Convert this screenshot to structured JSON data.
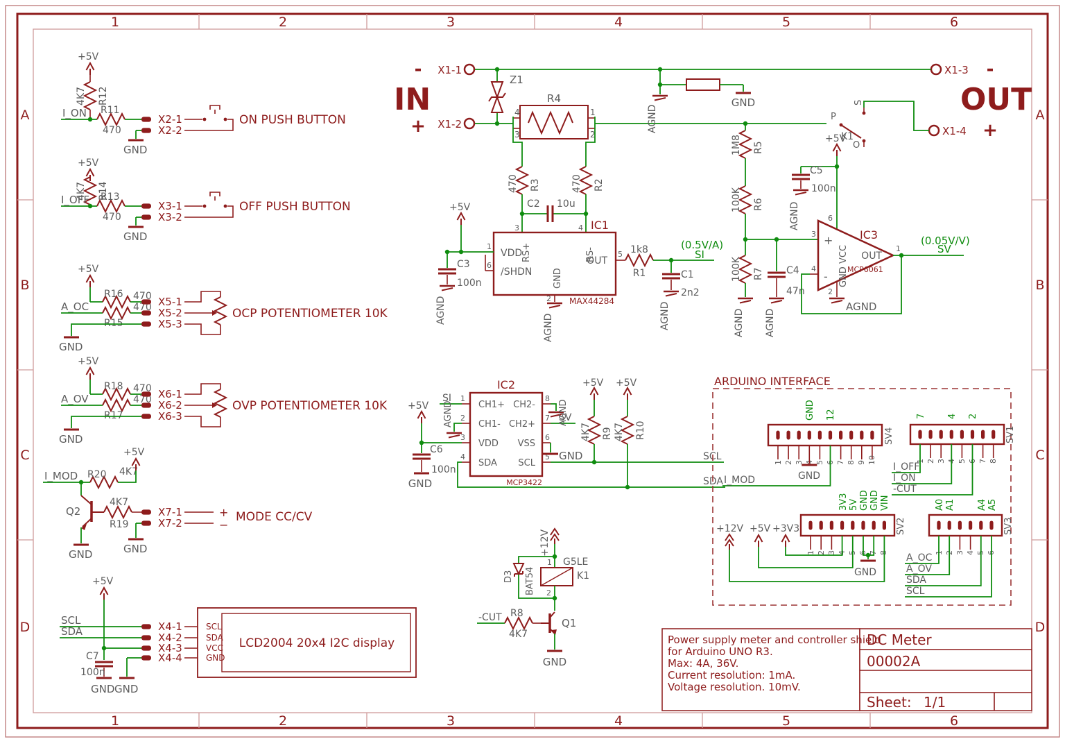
{
  "sheet": {
    "cols": [
      "1",
      "2",
      "3",
      "4",
      "5",
      "6"
    ],
    "rows": [
      "A",
      "B",
      "C",
      "D"
    ]
  },
  "colors": {
    "symbol_maroon": "#8e1c1c",
    "wire_green": "#0f8c0f",
    "label_gray": "#5d5d5d",
    "frame_light": "#cf9c9c"
  },
  "titleblock": {
    "line1": "Power supply meter and controller shield",
    "line2": "for Arduino UNO R3.",
    "line3": "Max: 4A, 36V.",
    "line4": "Current resolution: 1mA.",
    "line5": "Voltage resolution. 10mV.",
    "title": "DC Meter",
    "doc": "00002A",
    "sheet_label": "Sheet:",
    "sheet_value": "1/1"
  },
  "io": {
    "in": "IN",
    "in_minus": "-",
    "in_plus": "+",
    "out": "OUT",
    "out_minus": "-",
    "out_plus": "+",
    "x1_1": "X1-1",
    "x1_2": "X1-2",
    "x1_3": "X1-3",
    "x1_4": "X1-4"
  },
  "on_btn": {
    "supply": "+5V",
    "rp": "R12",
    "rpv": "4K7",
    "net": "I_ON",
    "rs": "R11",
    "rsv": "470",
    "p1": "X2-1",
    "p2": "X2-2",
    "gnd": "GND",
    "caption": "ON PUSH BUTTON"
  },
  "off_btn": {
    "supply": "+5V",
    "rp": "R14",
    "rpv": "4K7",
    "net": "I_OFF",
    "rs": "R13",
    "rsv": "470",
    "p1": "X3-1",
    "p2": "X3-2",
    "gnd": "GND",
    "caption": "OFF PUSH BUTTON"
  },
  "ocp": {
    "supply": "+5V",
    "r_top": "R16",
    "r_top_val": "470",
    "r_bot": "R15",
    "r_bot_val": "470",
    "net": "A_OC",
    "p1": "X5-1",
    "p2": "X5-2",
    "p3": "X5-3",
    "gnd": "GND",
    "caption": "OCP POTENTIOMETER 10K"
  },
  "ovp": {
    "supply": "+5V",
    "r_top": "R18",
    "r_top_val": "470",
    "r_bot": "R17",
    "r_bot_val": "470",
    "net": "A_OV",
    "p1": "X6-1",
    "p2": "X6-2",
    "p3": "X6-3",
    "gnd": "GND",
    "caption": "OVP POTENTIOMETER 10K"
  },
  "mode": {
    "net": "I_MOD",
    "r20": "R20",
    "r20v": "4K7",
    "supply": "+5V",
    "q": "Q2",
    "r19": "R19",
    "r19v": "4K7",
    "p1": "X7-1",
    "p2": "X7-2",
    "plus": "+",
    "minus": "−",
    "gnd1": "GND",
    "gnd2": "GND",
    "caption": "MODE CC/CV"
  },
  "lcd": {
    "supply": "+5V",
    "scl": "SCL",
    "sda": "SDA",
    "c": "C7",
    "cv": "100n",
    "gnd1": "GND",
    "gnd2": "GND",
    "p1": "X4-1",
    "p2": "X4-2",
    "p3": "X4-3",
    "p4": "X4-4",
    "pin_scl": "SCL",
    "pin_sda": "SDA",
    "pin_vcc": "VCC",
    "pin_gnd": "GND",
    "caption": "LCD2004 20x4 I2C display"
  },
  "instage": {
    "z1": "Z1",
    "r4": "R4",
    "pin4": "4",
    "pin3": "3",
    "pin1": "1",
    "pin2": "2",
    "agnd": "AGND",
    "gnd": "GND",
    "r3": "R3",
    "r3v": "470",
    "r2": "R2",
    "r2v": "470",
    "c2": "C2",
    "c2v": "10u"
  },
  "ic1": {
    "name": "IC1",
    "part": "MAX44284",
    "supply": "+5V",
    "p1": "1",
    "p2": "2",
    "p3": "3",
    "p4": "4",
    "p5": "5",
    "p6": "6",
    "vdd": "VDD",
    "shdn": "/SHDN",
    "rsp": "RS+",
    "rsm": "RS-",
    "gnd": "GND",
    "out": "OUT",
    "c3": "C3",
    "c3v": "100n",
    "agnd_c3": "AGND",
    "agnd_p2": "AGND",
    "r1": "R1",
    "r1v": "1k8",
    "gain": "(0.5V/A)",
    "net": "SI",
    "c1": "C1",
    "c1v": "2n2",
    "agnd_c1": "AGND"
  },
  "divider": {
    "r5": "R5",
    "r5v": "1M8",
    "r6": "R6",
    "r6v": "100K",
    "r7": "R7",
    "r7v": "100K",
    "c4": "C4",
    "c4v": "47n",
    "agnd_r7": "AGND",
    "agnd_c4": "AGND"
  },
  "ic3": {
    "name": "IC3",
    "part": "MCP6061",
    "supply": "+5V",
    "c5": "C5",
    "c5v": "100n",
    "agnd_c5": "AGND",
    "plus": "+",
    "minus": "-",
    "vcc": "VCC",
    "gnd": "GND",
    "out": "OUT",
    "p1": "1",
    "p2": "2",
    "p3": "3",
    "p4": "4",
    "p6": "6",
    "agnd": "AGND",
    "gain": "(0.05V/V)",
    "net": "SV"
  },
  "k1sw": {
    "p": "P",
    "name": "K1",
    "s": "S",
    "o": "O"
  },
  "ic2": {
    "name": "IC2",
    "part": "MCP3422",
    "si": "SI",
    "agnd_ch1": "AGND",
    "supply": "+5V",
    "c6": "C6",
    "c6v": "100n",
    "gnd_c6": "GND",
    "pl": [
      "1",
      "2",
      "3",
      "4"
    ],
    "pr": [
      "8",
      "7",
      "6",
      "5"
    ],
    "nl": [
      "CH1+",
      "CH1-",
      "VDD",
      "SDA"
    ],
    "nr": [
      "CH2-",
      "CH2+",
      "VSS",
      "SCL"
    ],
    "agnd_ch2": "AGND",
    "sv": "SV",
    "gnd_vss": "GND",
    "scl": "SCL",
    "sda": "SDA",
    "r9": "R9",
    "r9v": "4K7",
    "r9s": "+5V",
    "r10": "R10",
    "r10v": "4K7",
    "r10s": "+5V"
  },
  "relay": {
    "supply": "+12V",
    "part": "G5LE",
    "name": "K1",
    "p1": "1",
    "p2": "2",
    "d3": "D3",
    "d3part": "BAT54",
    "net": "-CUT",
    "r8": "R8",
    "r8v": "4K7",
    "q1": "Q1",
    "gnd": "GND"
  },
  "arduino": {
    "caption": "ARDUINO INTERFACE",
    "sv4": {
      "name": "SV4",
      "lbl_gnd": "GND",
      "lbl_12": "12",
      "nums": [
        "1",
        "2",
        "3",
        "4",
        "5",
        "6",
        "7",
        "8",
        "9",
        "10"
      ],
      "gnd": "GND",
      "net": "I_MOD"
    },
    "sv1": {
      "name": "SV1",
      "lbl_7": "7",
      "lbl_4": "4",
      "lbl_2": "2",
      "nums": [
        "1",
        "2",
        "3",
        "4",
        "5",
        "6",
        "7",
        "8"
      ],
      "net1": "I_OFF",
      "net2": "I_ON",
      "net3": "-CUT"
    },
    "sv2": {
      "name": "SV2",
      "lbl_3v3": "3V3",
      "lbl_5v": "5V",
      "lbl_gnd1": "GND",
      "lbl_gnd2": "GND",
      "lbl_vin": "VIN",
      "nums": [
        "1",
        "2",
        "3",
        "4",
        "5",
        "6",
        "7",
        "8"
      ],
      "s12": "+12V",
      "s5": "+5V",
      "s3": "+3V3",
      "gnd": "GND"
    },
    "sv3": {
      "name": "SV3",
      "lbl_a0": "A0",
      "lbl_a1": "A1",
      "lbl_a4": "A4",
      "lbl_a5": "A5",
      "nums": [
        "1",
        "2",
        "3",
        "4",
        "5",
        "6"
      ],
      "net1": "A_OC",
      "net2": "A_OV",
      "net3": "SDA",
      "net4": "SCL"
    }
  }
}
